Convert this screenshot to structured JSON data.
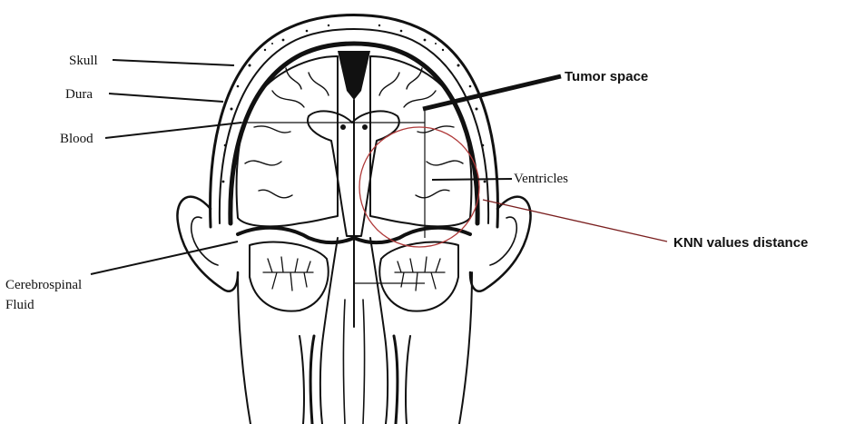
{
  "labels": {
    "skull": "Skull",
    "dura": "Dura",
    "blood": "Blood",
    "csf_line1": "Cerebrospinal",
    "csf_line2": "Fluid",
    "tumor_space": "Tumor space",
    "ventricles": "Ventricles",
    "knn": "KNN values distance"
  },
  "colors": {
    "ink": "#111111",
    "highlight_circle": "#b03a3a",
    "background": "#ffffff"
  }
}
